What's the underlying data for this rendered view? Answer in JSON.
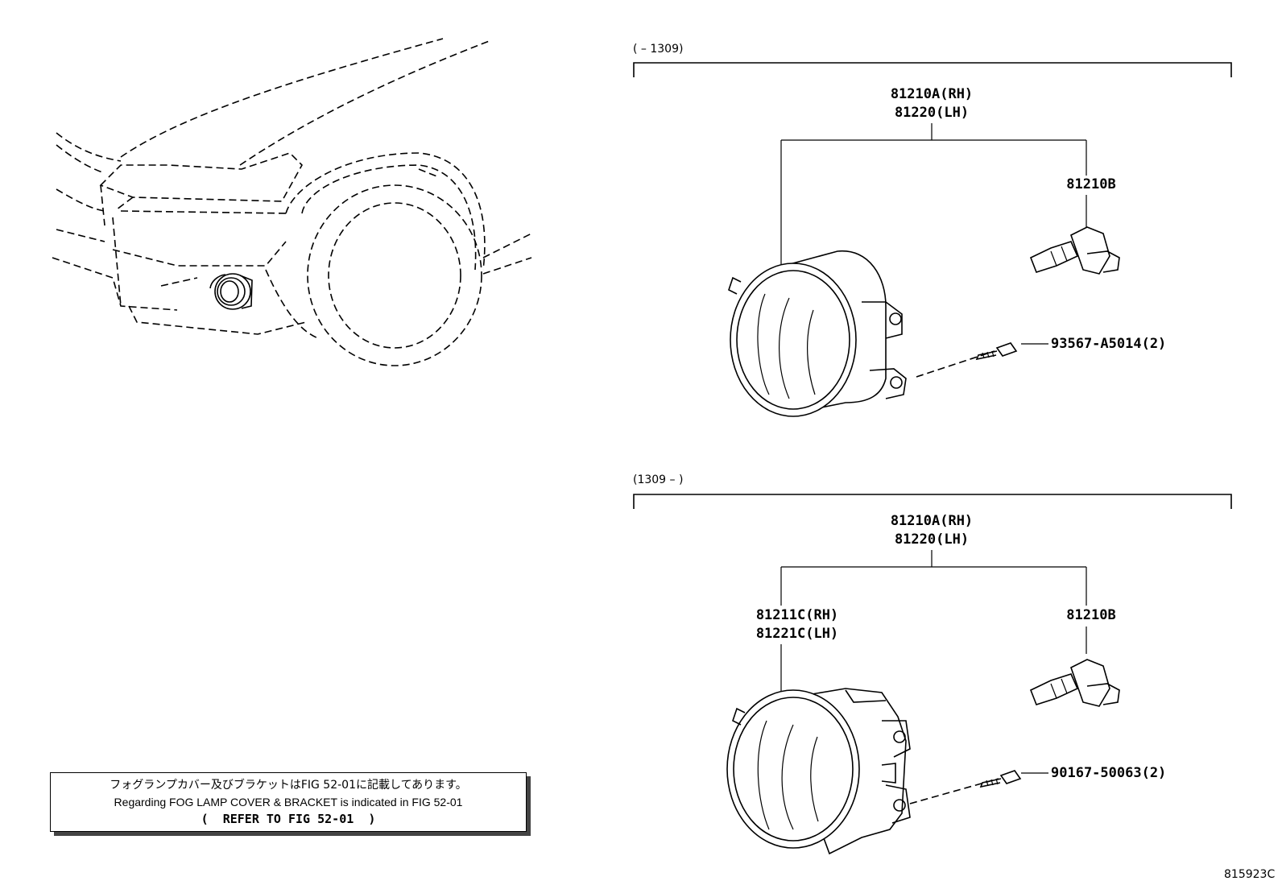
{
  "panel_top": {
    "range_label": "(      – 1309)",
    "assembly_rh": "81210A(RH)",
    "assembly_lh": "81220(LH)",
    "bulb": "81210B",
    "screw": "93567-A5014(2)"
  },
  "panel_bottom": {
    "range_label": "(1309 –      )",
    "assembly_rh": "81210A(RH)",
    "assembly_lh": "81220(LH)",
    "unit_rh": "81211C(RH)",
    "unit_lh": "81221C(LH)",
    "bulb": "81210B",
    "screw": "90167-50063(2)"
  },
  "note": {
    "jp": "フォグランプカバー及びブラケットはFIG 52-01に記載してあります。",
    "en": "Regarding FOG LAMP COVER & BRACKET is indicated in FIG 52-01",
    "ref": "(  REFER TO FIG 52-01  )"
  },
  "figure_code": "815923C"
}
